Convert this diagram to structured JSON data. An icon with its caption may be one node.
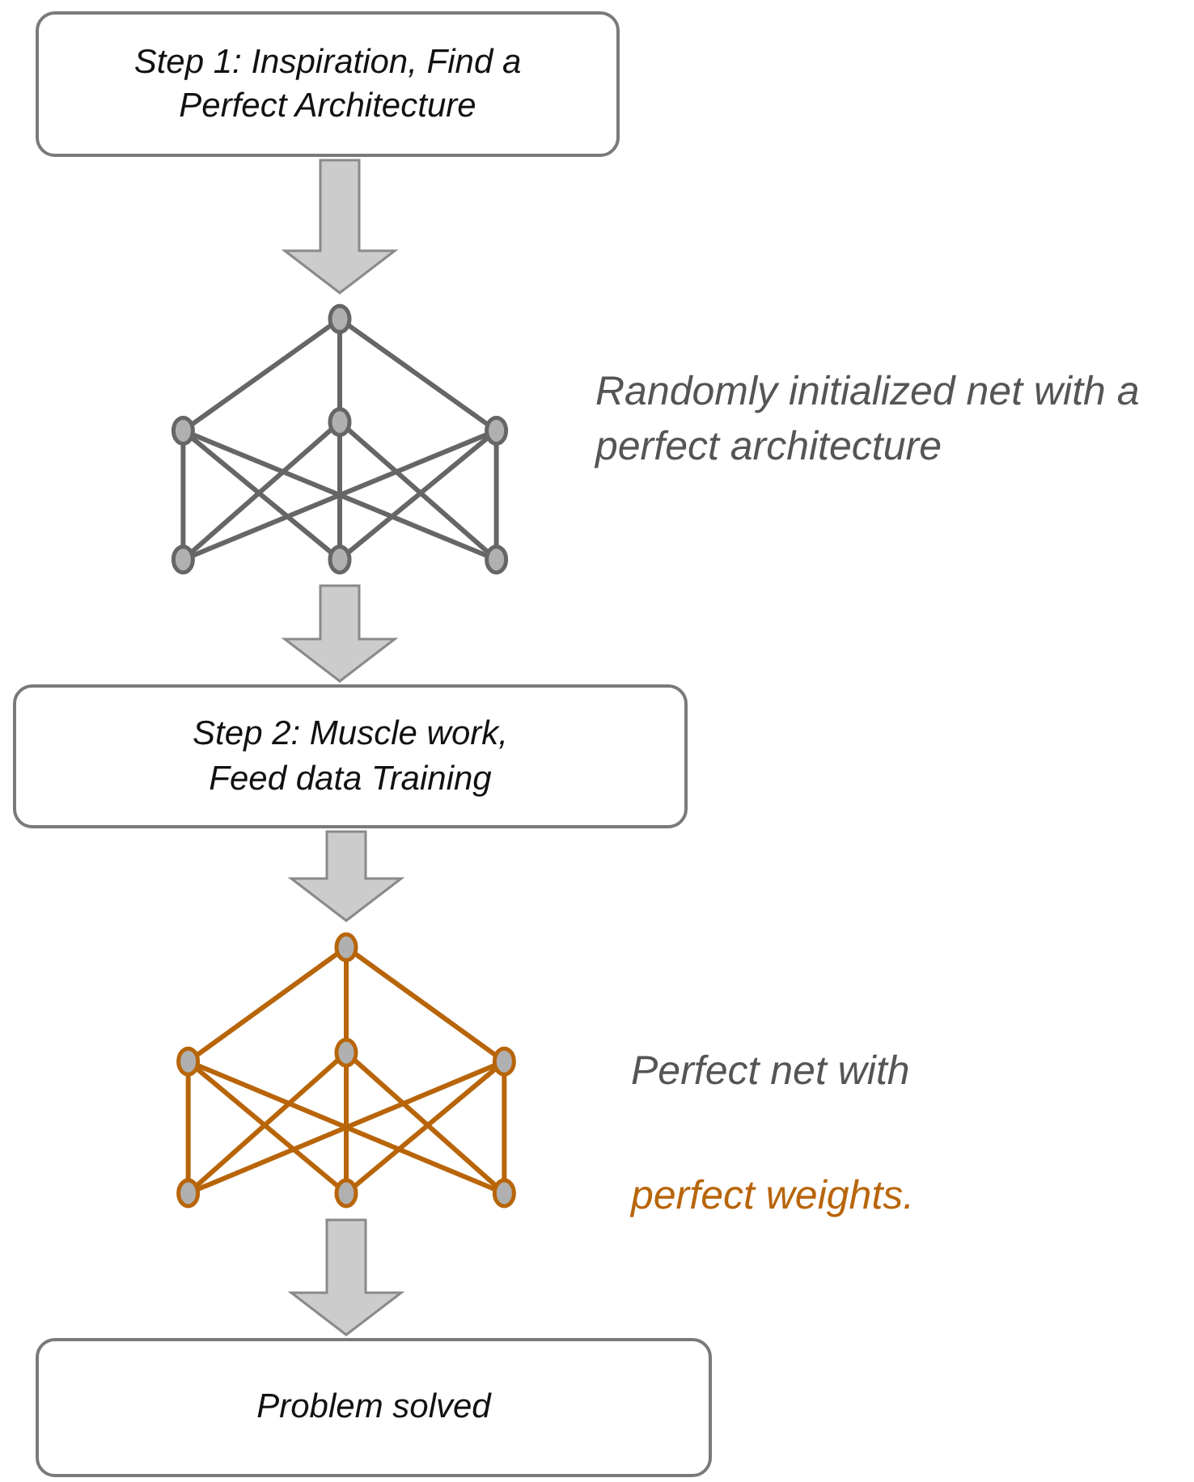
{
  "diagram": {
    "nodes": [
      {
        "text": [
          "Step 1: Inspiration, Find a Perfect Architecture"
        ]
      },
      {
        "text": [],
        "shape": "picture",
        "beside": [
          "Randomly initialized net with a perfect architecture"
        ]
      },
      {
        "text": [
          "Step 2: Muscle work, Feed data Training"
        ]
      },
      {
        "text": [],
        "shape": "picture",
        "beside": [
          "Perfect net with",
          "perfect weights."
        ]
      },
      {
        "text": [
          "Problem solved"
        ]
      }
    ],
    "edges": [
      {
        "from": 0,
        "to": 1,
        "arrow": "to"
      },
      {
        "from": 1,
        "to": 2,
        "arrow": "to"
      },
      {
        "from": 2,
        "to": 3,
        "arrow": "to"
      },
      {
        "from": 3,
        "to": 4,
        "arrow": "to"
      }
    ]
  }
}
